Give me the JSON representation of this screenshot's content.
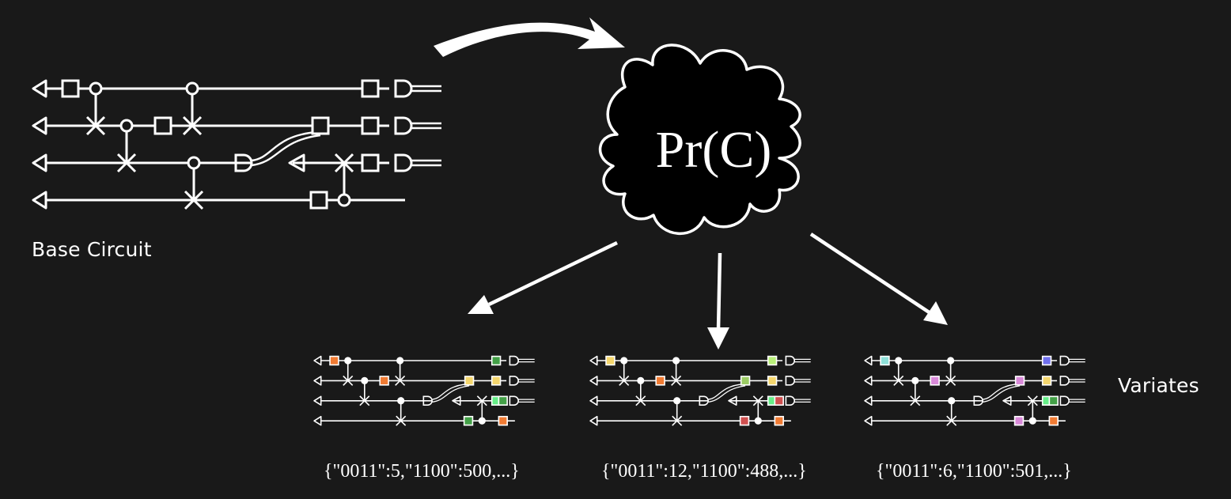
{
  "labels": {
    "base_circuit": "Base Circuit",
    "variates": "Variates",
    "cloud_text": "Pr(C)"
  },
  "colors": {
    "background": "#191919",
    "foreground": "#ffffff",
    "cloud_fill": "#000000"
  },
  "variates": [
    {
      "counts_text": "{\"0011\":5,\"1100\":500,...}",
      "gate_colors": [
        "#f07b33",
        "#43a047",
        "#f07b33",
        "#f5d76e",
        "#f5d76e",
        "#66ee88",
        "#43a047",
        "#43a047",
        "#f07b33",
        "#d98ad9",
        "#f5d76e",
        "#d98ad9",
        "#7070ee",
        "#7070ee"
      ]
    },
    {
      "counts_text": "{\"0011\":12,\"1100\":488,...}",
      "gate_colors": [
        "#f5d76e",
        "#b9f07a",
        "#f07b33",
        "#9ccc65",
        "#f5d76e",
        "#66ee88",
        "#d05050",
        "#d05050",
        "#f07b33",
        "#d98ad9",
        "#b9f07a",
        "#d98ad9",
        "#d0507a",
        "#7070ee"
      ]
    },
    {
      "counts_text": "{\"0011\":6,\"1100\":501,...}",
      "gate_colors": [
        "#8ee0d8",
        "#7070ee",
        "#d98ad9",
        "#d98ad9",
        "#f5d76e",
        "#66ee88",
        "#d98ad9",
        "#43a047",
        "#f07b33",
        "#d98ad9",
        "#7070ee",
        "#8ee0d8",
        "#7070ee",
        "#7070ee"
      ]
    }
  ]
}
